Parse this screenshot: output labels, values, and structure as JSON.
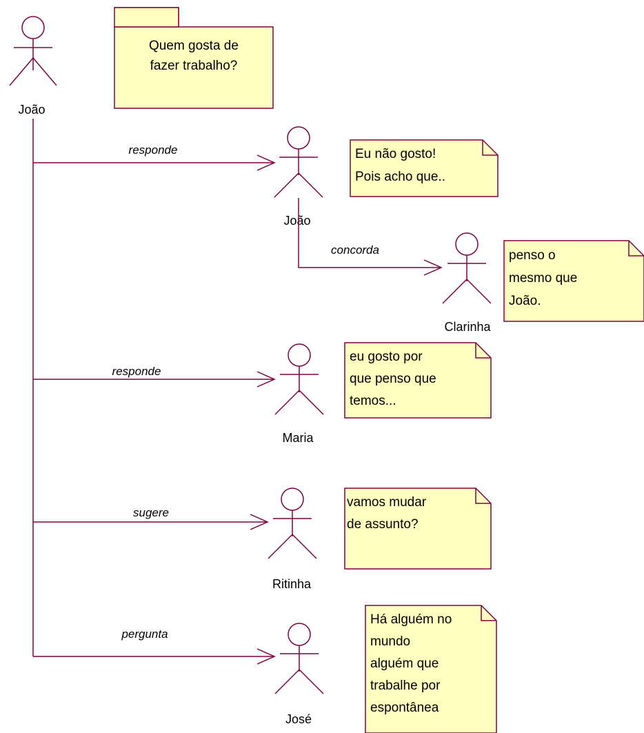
{
  "colors": {
    "stroke": "#800040",
    "note_fill": "#ffffc0",
    "note_border": "#800040",
    "text": "#000000",
    "background": "#ffffff"
  },
  "package": {
    "lines": [
      "Quem gosta de",
      "fazer trabalho?"
    ]
  },
  "actors": {
    "joao_main": "João",
    "joao": "João",
    "clarinha": "Clarinha",
    "maria": "Maria",
    "ritinha": "Ritinha",
    "jose": "José"
  },
  "edges": {
    "responde_1": "responde",
    "concorda": "concorda",
    "responde_2": "responde",
    "sugere": "sugere",
    "pergunta": "pergunta"
  },
  "notes": {
    "joao": [
      "Eu não gosto!",
      "Pois acho que.."
    ],
    "clarinha": [
      "penso o",
      "mesmo que",
      "João."
    ],
    "maria": [
      "eu gosto por",
      "que penso que",
      "temos..."
    ],
    "ritinha": [
      "vamos mudar",
      "de assunto?"
    ],
    "jose": [
      "Há alguém no",
      "mundo",
      "alguém que",
      "trabalhe por",
      "espontânea"
    ]
  }
}
